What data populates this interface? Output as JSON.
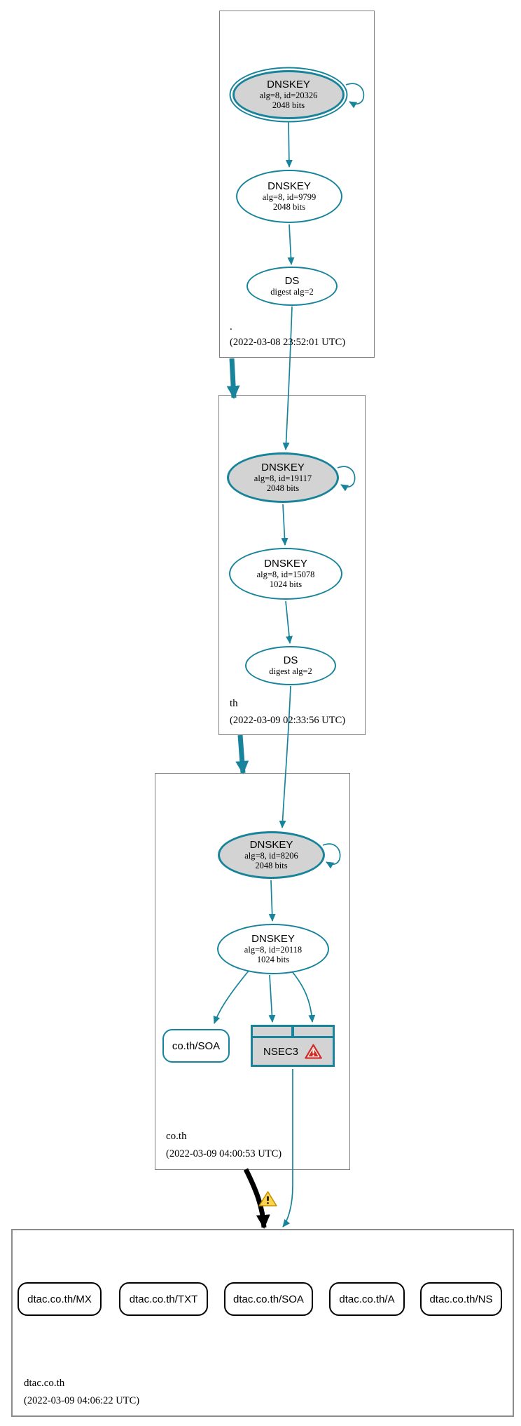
{
  "colors": {
    "secure_teal": "#17849B",
    "insecure_black": "#000000",
    "node_fill_gray": "#d3d3d3",
    "warning_yellow": "#FCD34D",
    "error_red": "#CF2B27",
    "box_border_gray": "#7f7f7f"
  },
  "icons": {
    "nsec3_error": "error-icon",
    "delegation_warning": "warning-icon",
    "self_loop": "self-sign-loop-arrow"
  },
  "zones": {
    "root": {
      "label": ".",
      "timestamp": "(2022-03-08 23:52:01 UTC)",
      "ksk": {
        "title": "DNSKEY",
        "detail1": "alg=8, id=20326",
        "detail2": "2048 bits"
      },
      "zsk": {
        "title": "DNSKEY",
        "detail1": "alg=8, id=9799",
        "detail2": "2048 bits"
      },
      "ds": {
        "title": "DS",
        "detail1": "digest alg=2"
      }
    },
    "th": {
      "label": "th",
      "timestamp": "(2022-03-09 02:33:56 UTC)",
      "ksk": {
        "title": "DNSKEY",
        "detail1": "alg=8, id=19117",
        "detail2": "2048 bits"
      },
      "zsk": {
        "title": "DNSKEY",
        "detail1": "alg=8, id=15078",
        "detail2": "1024 bits"
      },
      "ds": {
        "title": "DS",
        "detail1": "digest alg=2"
      }
    },
    "coth": {
      "label": "co.th",
      "timestamp": "(2022-03-09 04:00:53 UTC)",
      "ksk": {
        "title": "DNSKEY",
        "detail1": "alg=8, id=8206",
        "detail2": "2048 bits"
      },
      "zsk": {
        "title": "DNSKEY",
        "detail1": "alg=8, id=20118",
        "detail2": "1024 bits"
      },
      "soa": {
        "label": "co.th/SOA"
      },
      "nsec3": {
        "label": "NSEC3"
      }
    },
    "dtac": {
      "label": "dtac.co.th",
      "timestamp": "(2022-03-09 04:06:22 UTC)",
      "rrsets": [
        "dtac.co.th/MX",
        "dtac.co.th/TXT",
        "dtac.co.th/SOA",
        "dtac.co.th/A",
        "dtac.co.th/NS"
      ]
    }
  }
}
